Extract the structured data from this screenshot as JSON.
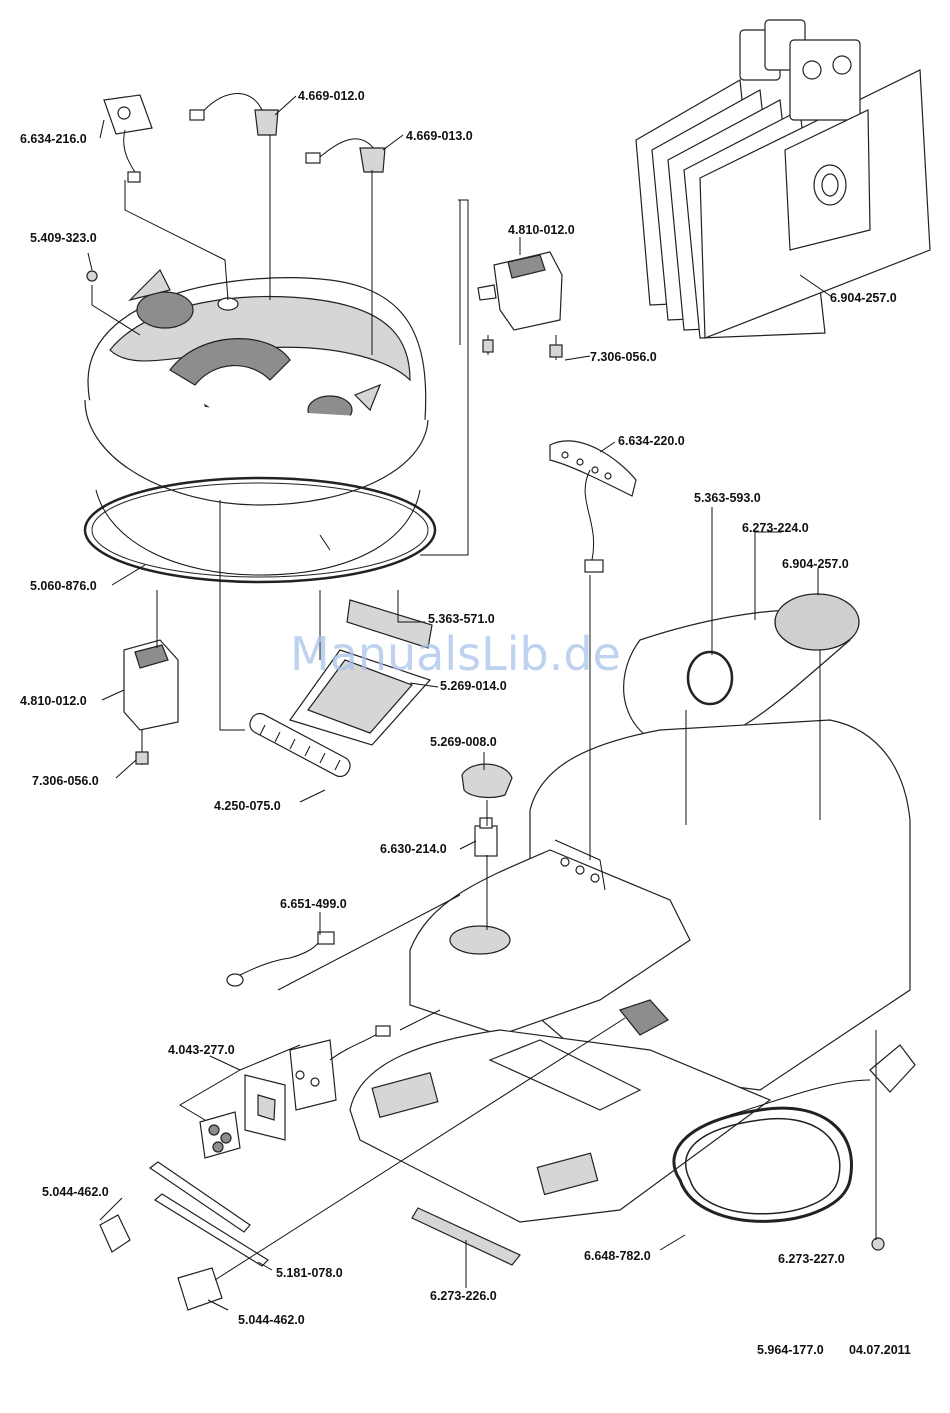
{
  "watermark": "ManualsLib.de",
  "footer": {
    "doc_number": "5.964-177.0",
    "date": "04.07.2011"
  },
  "labels": {
    "l01": "6.634-216.0",
    "l02": "4.669-012.0",
    "l03": "4.669-013.0",
    "l04": "5.409-323.0",
    "l05": "4.810-012.0",
    "l06": "7.306-056.0",
    "l07": "6.904-257.0",
    "l08": "6.634-220.0",
    "l09": "5.363-593.0",
    "l10": "6.273-224.0",
    "l11": "6.904-257.0",
    "l12": "5.060-876.0",
    "l13": "5.363-571.0",
    "l14": "5.269-014.0",
    "l15": "4.810-012.0",
    "l16": "7.306-056.0",
    "l17": "4.250-075.0",
    "l18": "5.269-008.0",
    "l19": "6.630-214.0",
    "l20": "6.651-499.0",
    "l21": "4.043-277.0",
    "l22": "5.044-462.0",
    "l23": "5.181-078.0",
    "l24": "5.044-462.0",
    "l25": "6.273-226.0",
    "l26": "6.648-782.0",
    "l27": "6.273-227.0"
  }
}
